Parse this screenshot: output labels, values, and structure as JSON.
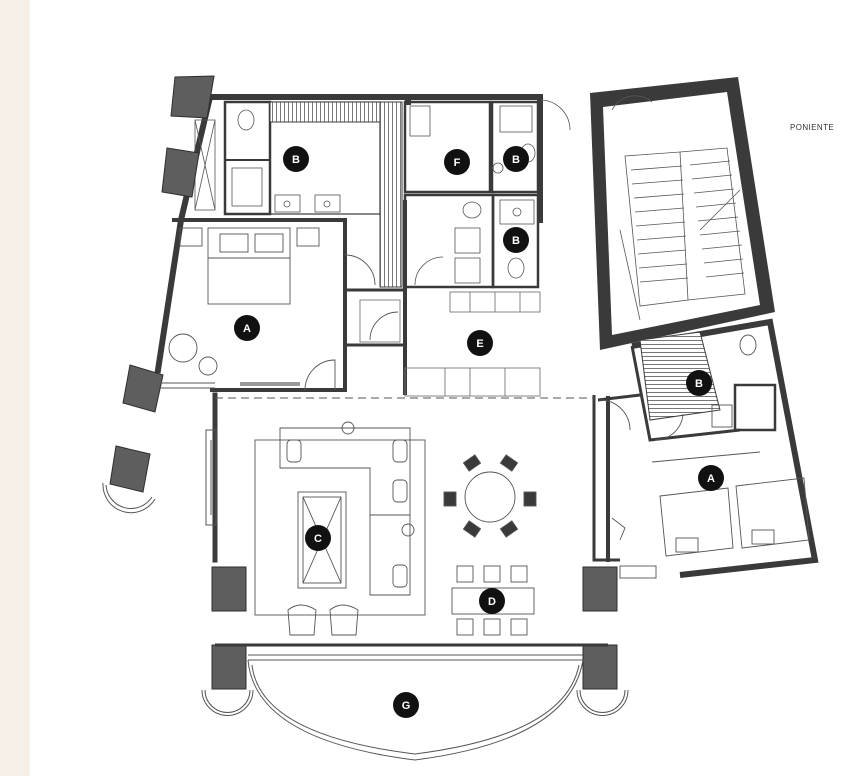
{
  "orientation_label": "PONIENTE",
  "room_markers": [
    {
      "label": "B"
    },
    {
      "label": "F"
    },
    {
      "label": "B"
    },
    {
      "label": "B"
    },
    {
      "label": "A"
    },
    {
      "label": "E"
    },
    {
      "label": "B"
    },
    {
      "label": "A"
    },
    {
      "label": "C"
    },
    {
      "label": "D"
    },
    {
      "label": "G"
    }
  ],
  "colors": {
    "wall": "#3a3a3a",
    "panel": "#5e5e5e",
    "line": "#555555",
    "sidebar": "#f6efe8",
    "marker": "#111111"
  }
}
